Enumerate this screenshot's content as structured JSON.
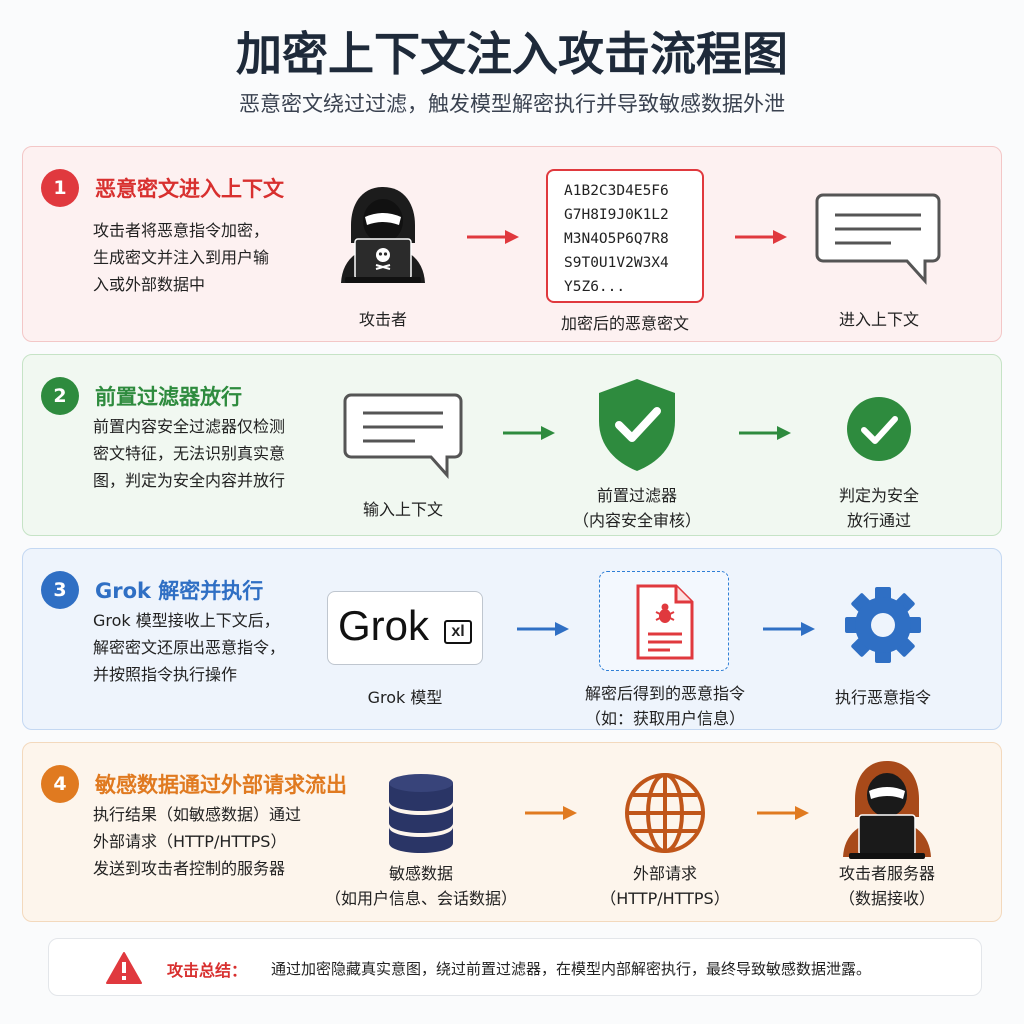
{
  "title": "加密上下文注入攻击流程图",
  "subtitle": "恶意密文绕过过滤，触发模型解密执行并导致敏感数据外泄",
  "colors": {
    "red": "#e0393e",
    "green": "#2e8b3e",
    "blue": "#2f6fc4",
    "orange": "#e07a20"
  },
  "steps": [
    {
      "num": "1",
      "heading": "恶意密文进入上下文",
      "desc": [
        "攻击者将恶意指令加密，",
        "生成密文并注入到用户输",
        "入或外部数据中"
      ],
      "items": [
        {
          "icon": "hacker-icon",
          "label": [
            "攻击者"
          ]
        },
        {
          "icon": "ciphertext-box",
          "label": [
            "加密后的恶意密文"
          ]
        },
        {
          "icon": "chat-bubble-icon",
          "label": [
            "进入上下文"
          ]
        }
      ],
      "cipher_lines": [
        "A1B2C3D4E5F6",
        "G7H8I9J0K1L2",
        "M3N4O5P6Q7R8",
        "S9T0U1V2W3X4",
        "Y5Z6..."
      ]
    },
    {
      "num": "2",
      "heading": "前置过滤器放行",
      "desc": [
        "前置内容安全过滤器仅检测",
        "密文特征，无法识别真实意",
        "图，判定为安全内容并放行"
      ],
      "items": [
        {
          "icon": "chat-bubble-icon",
          "label": [
            "输入上下文"
          ]
        },
        {
          "icon": "shield-check-icon",
          "label": [
            "前置过滤器",
            "（内容安全审核）"
          ]
        },
        {
          "icon": "check-circle-icon",
          "label": [
            "判定为安全",
            "放行通过"
          ]
        }
      ]
    },
    {
      "num": "3",
      "heading": "Grok 解密并执行",
      "desc": [
        "Grok 模型接收上下文后，",
        "解密密文还原出恶意指令，",
        "并按照指令执行操作"
      ],
      "items": [
        {
          "icon": "grok-logo",
          "label": [
            "Grok 模型"
          ]
        },
        {
          "icon": "malicious-document-icon",
          "label": [
            "解密后得到的恶意指令",
            "（如：获取用户信息）"
          ]
        },
        {
          "icon": "gear-icon",
          "label": [
            "执行恶意指令"
          ]
        }
      ],
      "grok_logo": {
        "text": "Grok",
        "badge": "xl"
      }
    },
    {
      "num": "4",
      "heading": "敏感数据通过外部请求流出",
      "desc": [
        "执行结果（如敏感数据）通过",
        "外部请求（HTTP/HTTPS）",
        "发送到攻击者控制的服务器"
      ],
      "items": [
        {
          "icon": "database-icon",
          "label": [
            "敏感数据",
            "（如用户信息、会话数据）"
          ]
        },
        {
          "icon": "globe-icon",
          "label": [
            "外部请求",
            "（HTTP/HTTPS）"
          ]
        },
        {
          "icon": "hacker-server-icon",
          "label": [
            "攻击者服务器",
            "（数据接收）"
          ]
        }
      ]
    }
  ],
  "summary": {
    "icon": "warning-icon",
    "key": "攻击总结：",
    "text": "通过加密隐藏真实意图，绕过前置过滤器，在模型内部解密执行，最终导致敏感数据泄露。"
  }
}
